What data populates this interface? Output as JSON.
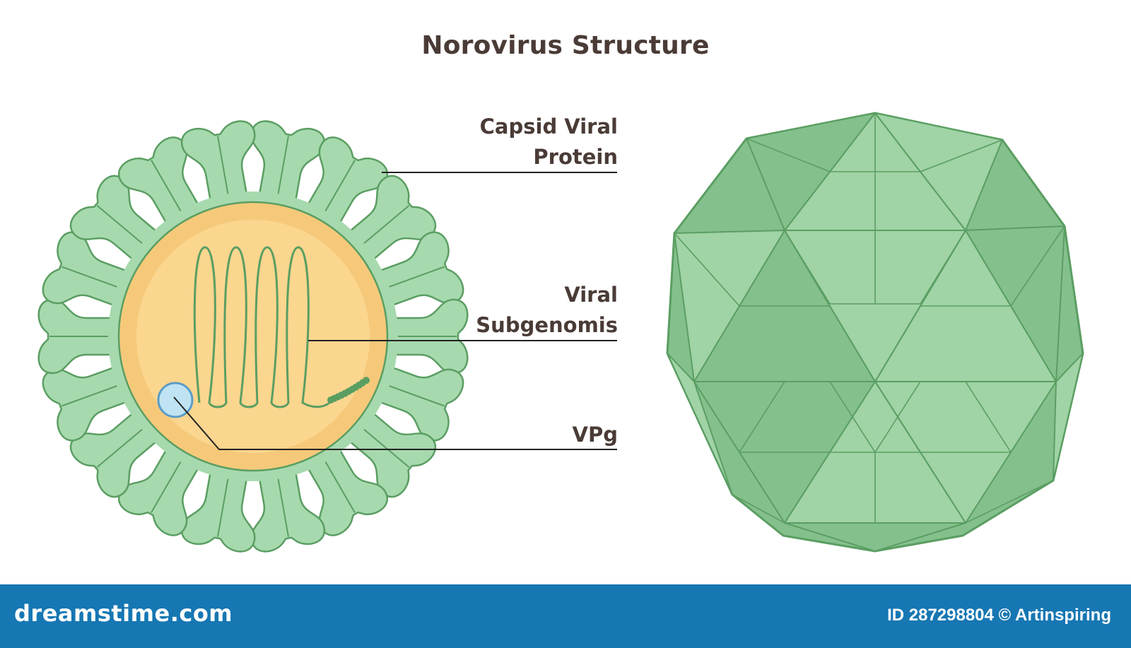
{
  "title": "Norovirus Structure",
  "labels": {
    "capsid": [
      "Capsid Viral",
      "Protein"
    ],
    "subgenomis": [
      "Viral",
      "Subgenomis"
    ],
    "vpg": "VPg"
  },
  "footer": {
    "brand": "dreamstime.com",
    "credit": "ID 287298804 © Artinspiring"
  },
  "colors": {
    "protrusion_fill": "#a7d9ae",
    "protrusion_stroke": "#5a9e62",
    "core_fill": "#f6c97a",
    "core_inner": "#fbd68f",
    "genome": "#5a9e62",
    "vpg_fill": "#bfe3f2",
    "vpg_stroke": "#5b9cc6",
    "capsid_light": "#a0d3a6",
    "capsid_dark": "#84c08c",
    "capsid_edge": "#5a9e62",
    "text": "#4a3b36",
    "footer_bg": "#1677b3"
  }
}
